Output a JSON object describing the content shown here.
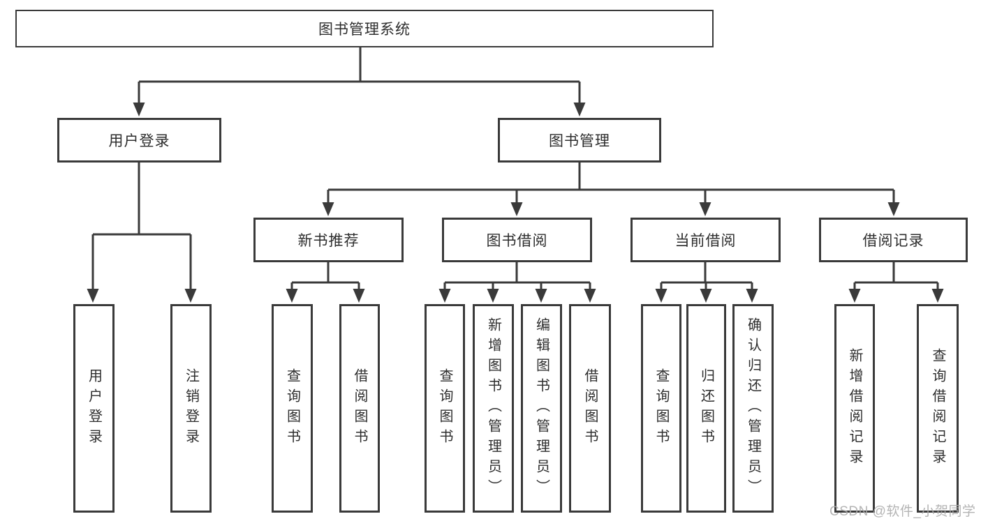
{
  "tree": {
    "label": "图书管理系统",
    "children": [
      {
        "label": "用户登录",
        "children": [
          {
            "label": "用户登录"
          },
          {
            "label": "注销登录"
          }
        ]
      },
      {
        "label": "图书管理",
        "children": [
          {
            "label": "新书推荐",
            "children": [
              {
                "label": "查询图书"
              },
              {
                "label": "借阅图书"
              }
            ]
          },
          {
            "label": "图书借阅",
            "children": [
              {
                "label": "查询图书"
              },
              {
                "label": "新增图书（管理员）"
              },
              {
                "label": "编辑图书（管理员）"
              },
              {
                "label": "借阅图书"
              }
            ]
          },
          {
            "label": "当前借阅",
            "children": [
              {
                "label": "查询图书"
              },
              {
                "label": "归还图书"
              },
              {
                "label": "确认归还（管理员）"
              }
            ]
          },
          {
            "label": "借阅记录",
            "children": [
              {
                "label": "新增借阅记录"
              },
              {
                "label": "查询借阅记录"
              }
            ]
          }
        ]
      }
    ]
  },
  "watermark": "CSDN @软件_小贺同学",
  "colors": {
    "line": "#3a3a3a",
    "text": "#2d2d2d",
    "background": "#ffffff",
    "watermark": "#acacac"
  }
}
